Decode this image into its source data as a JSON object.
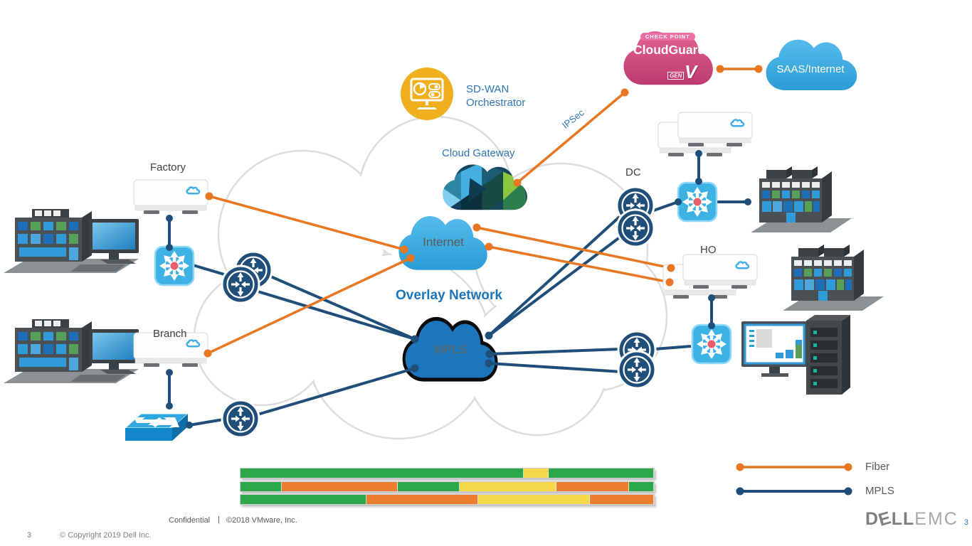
{
  "colors": {
    "fiber": "#E87722",
    "mpls": "#1F4E79",
    "cloudBlue": "#3AA9E0",
    "mplsCloud": "#1C76BC",
    "accentBlue": "#2E74B5",
    "overlayText": "#1B75BB",
    "labelGray": "#3F3F3F",
    "footerGray": "#595959",
    "orchYellow": "#EFAF1F",
    "cloudguardPink": "#D5568A",
    "switchBlue": "#3EB1E5",
    "routerNavy": "#1F4E79",
    "barGreen": "#2BA84A",
    "barOrange": "#ED7D31",
    "barYellow": "#F7D84B"
  },
  "nodes": {
    "orchestrator": {
      "label": "SD-WAN\nOrchestrator"
    },
    "cloud_gateway": {
      "label": "Cloud Gateway"
    },
    "internet": {
      "label": "Internet"
    },
    "mpls_cloud": {
      "label": "MPLS"
    },
    "overlay": {
      "label": "Overlay Network"
    },
    "factory": {
      "label": "Factory"
    },
    "branch": {
      "label": "Branch"
    },
    "dc": {
      "label": "DC"
    },
    "ho": {
      "label": "HO"
    },
    "saas": {
      "label": "SAAS/Internet"
    },
    "ipsec": {
      "label": "IPSec"
    },
    "cloudguard": {
      "brand": "CHECK POINT",
      "product": "CloudGuard",
      "gen": "GEN",
      "gen_version": "V"
    }
  },
  "legend": {
    "items": [
      {
        "label": "Fiber",
        "color": "#E87722"
      },
      {
        "label": "MPLS",
        "color": "#1F4E79"
      }
    ]
  },
  "utilization_bars": [
    [
      {
        "c": "#2BA84A",
        "w": 68.5
      },
      {
        "c": "#F7D84B",
        "w": 6
      },
      {
        "c": "#2BA84A",
        "w": 25.5
      }
    ],
    [
      {
        "c": "#2BA84A",
        "w": 10
      },
      {
        "c": "#ED7D31",
        "w": 28
      },
      {
        "c": "#2BA84A",
        "w": 15
      },
      {
        "c": "#F7D84B",
        "w": 23.5
      },
      {
        "c": "#ED7D31",
        "w": 17.5
      },
      {
        "c": "#2BA84A",
        "w": 6
      }
    ],
    [
      {
        "c": "#2BA84A",
        "w": 30.5
      },
      {
        "c": "#ED7D31",
        "w": 27
      },
      {
        "c": "#F7D84B",
        "w": 27
      },
      {
        "c": "#ED7D31",
        "w": 15.5
      }
    ]
  ],
  "footer": {
    "confidential": "Confidential",
    "divider": "|",
    "vmware": "©2018 VMware, Inc.",
    "page_number": "3",
    "copyright": "© Copyright 2019 Dell Inc.",
    "brand_d": "D",
    "brand_e": "E",
    "brand_ll": "LL",
    "brand_emc": "EMC",
    "brand_page": "3"
  }
}
